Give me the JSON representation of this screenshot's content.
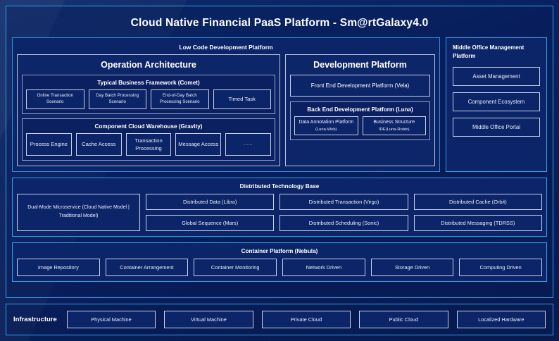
{
  "title": "Cloud Native Financial PaaS Platform - Sm@rtGalaxy4.0",
  "colors": {
    "accent_border": "#2aa3e8",
    "panel_bg": "#0c2468",
    "page_bg": "#0a2060",
    "box_border": "#c9d2ea",
    "text": "#e9eefb"
  },
  "low_code": {
    "heading": "Low Code Development Platform",
    "operation_architecture": {
      "title": "Operation Architecture",
      "groups": [
        {
          "title": "Typical Business Framework (Comet)",
          "items": [
            "Online Transaction Scenario",
            "Day Batch Processing Scenario",
            "End-of-Day Batch Processing Scenario",
            "Timed Task"
          ]
        },
        {
          "title": "Component Cloud Warehouse (Gravity)",
          "items": [
            "Process Engine",
            "Cache Access",
            "Transaction Processing",
            "Message Access",
            "......"
          ]
        }
      ]
    },
    "development_platform": {
      "title": "Development Platform",
      "front_end": "Front End Development Platform (Vela)",
      "back_end": {
        "title": "Back End Development Platform (Luna)",
        "items": [
          {
            "main": "Data Annotation Platform",
            "sub": "(Luna-Web)"
          },
          {
            "main": "Business Structure",
            "sub": "IDE(Luna-Robin)"
          }
        ]
      }
    }
  },
  "middle_office": {
    "title": "Middle Office Management Platform",
    "items": [
      "Asset Management",
      "Component Ecosystem",
      "Middle Office Portal"
    ]
  },
  "distributed_technology_base": {
    "title": "Distributed Technology Base",
    "featured": "Dual-Mode Microservice (Cloud Native Model | Traditional Model)",
    "columns": [
      [
        "Distributed Data (Libra)",
        "Global Sequence (Mars)"
      ],
      [
        "Distributed Transaction (Virgo)",
        "Distributed Scheduling (Sonic)"
      ],
      [
        "Distributed Cache (Orbit)",
        "Distributed Messaging (TDRSS)"
      ]
    ]
  },
  "container_platform": {
    "title": "Container Platform (Nebula)",
    "items": [
      "Image Repository",
      "Container Arrangement",
      "Container Monitoring",
      "Network Driven",
      "Storage Driven",
      "Computing Driven"
    ]
  },
  "infrastructure": {
    "label": "Infrastructure",
    "items": [
      "Physical Machine",
      "Virtual Machine",
      "Private Cloud",
      "Public Cloud",
      "Localized Hardware"
    ]
  }
}
